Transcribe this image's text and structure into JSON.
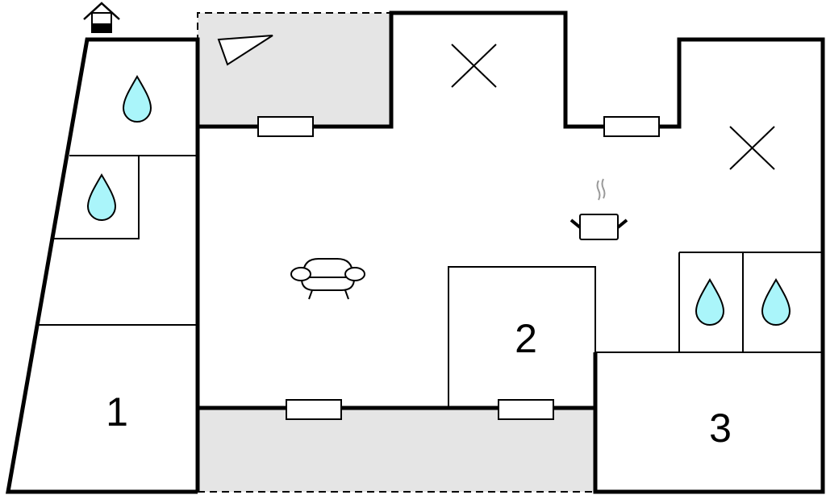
{
  "plan": {
    "rooms": [
      {
        "label": "1"
      },
      {
        "label": "2"
      },
      {
        "label": "3"
      }
    ],
    "icons": [
      "entrance-icon",
      "compass-triangle-icon",
      "water-drop-icon",
      "sofa-icon",
      "cooking-pot-icon",
      "bed-cross-icon",
      "window-icon"
    ]
  },
  "colors": {
    "wall": "#000000",
    "terrace": "#e5e5e5",
    "water": "#aaf5fa"
  }
}
